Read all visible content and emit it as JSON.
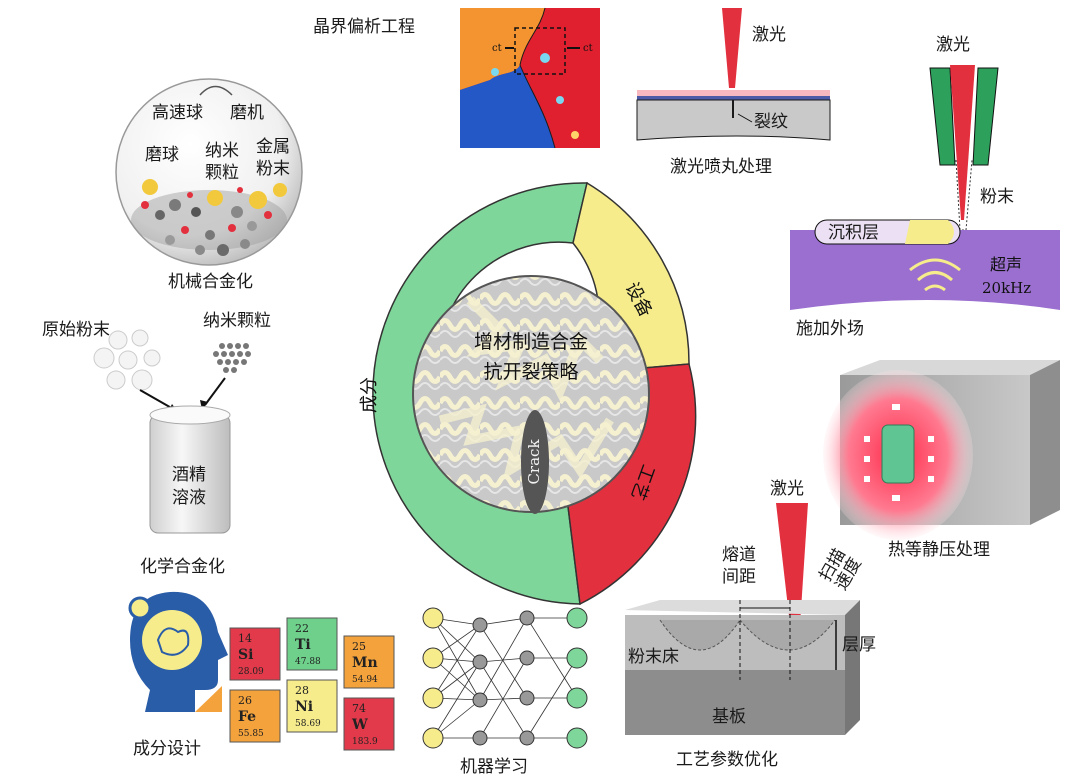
{
  "center": {
    "line1": "增材制造合金",
    "line2": "抗开裂策略",
    "crack": "Crack"
  },
  "ring": {
    "composition": "成分",
    "equipment": "设备",
    "process": "工艺"
  },
  "segment_colors": {
    "composition": "#7fd69a",
    "equipment": "#f6ec8c",
    "process": "#e3303e"
  },
  "grain_boundary": {
    "title": "晶界偏析工程",
    "ct_left": "ct",
    "ct_right": "ct"
  },
  "laser_peening": {
    "laser": "激光",
    "crack": "裂纹",
    "caption": "激光喷丸处理"
  },
  "external_field": {
    "laser": "激光",
    "powder": "粉末",
    "layer": "沉积层",
    "ultra": "超声",
    "freq": "20kHz",
    "caption": "施加外场"
  },
  "ball_mill": {
    "ball": "高速球",
    "mill": "磨机",
    "grinding_ball": "磨球",
    "nano_1": "纳米",
    "nano_2": "颗粒",
    "metal_1": "金属",
    "metal_2": "粉末",
    "caption": "机械合金化"
  },
  "chemical": {
    "raw": "原始粉末",
    "nano": "纳米颗粒",
    "alcohol_1": "酒精",
    "alcohol_2": "溶液",
    "caption": "化学合金化"
  },
  "hip": {
    "caption": "热等静压处理"
  },
  "process_opt": {
    "laser": "激光",
    "spacing_1": "熔道",
    "spacing_2": "间距",
    "scan_1": "扫描",
    "scan_2": "速度",
    "powder_bed": "粉末床",
    "thickness": "层厚",
    "substrate": "基板",
    "caption": "工艺参数优化"
  },
  "ml": {
    "caption": "机器学习"
  },
  "design": {
    "caption": "成分设计"
  },
  "elements": [
    {
      "num": "14",
      "sym": "Si",
      "mass": "28.09",
      "color": "#e23a4a"
    },
    {
      "num": "22",
      "sym": "Ti",
      "mass": "47.88",
      "color": "#6fd08c"
    },
    {
      "num": "25",
      "sym": "Mn",
      "mass": "54.94",
      "color": "#f4a23c"
    },
    {
      "num": "26",
      "sym": "Fe",
      "mass": "55.85",
      "color": "#f4a23c"
    },
    {
      "num": "28",
      "sym": "Ni",
      "mass": "58.69",
      "color": "#f6ec8c"
    },
    {
      "num": "74",
      "sym": "W",
      "mass": "183.9",
      "color": "#e23a4a"
    }
  ]
}
